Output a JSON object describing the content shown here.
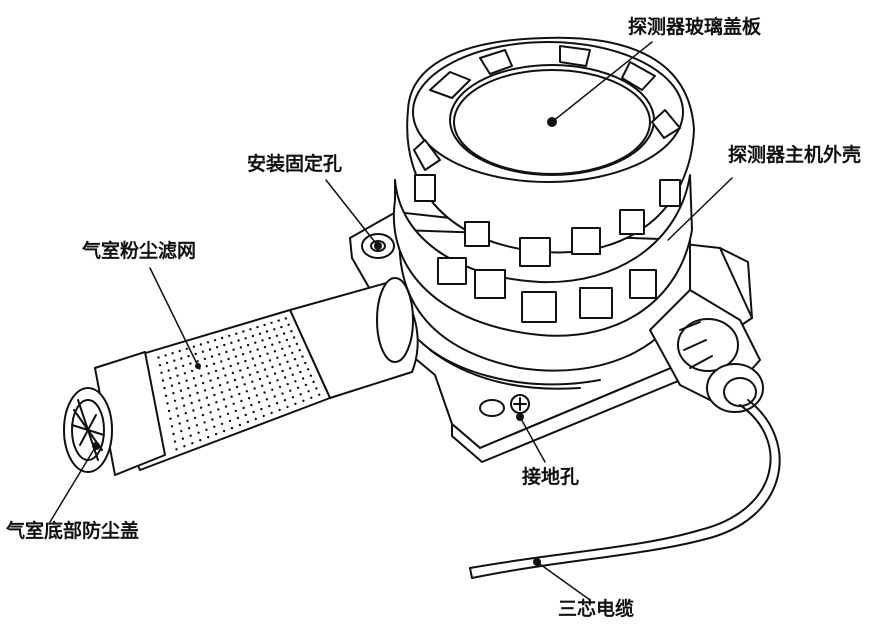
{
  "labels": {
    "glass_cover": "探测器玻璃盖板",
    "main_housing": "探测器主机外壳",
    "mounting_hole": "安装固定孔",
    "dust_filter": "气室粉尘滤网",
    "grounding_hole": "接地孔",
    "bottom_dust_cap": "气室底部防尘盖",
    "three_core_cable": "三芯电缆"
  },
  "colors": {
    "ink": "#111111",
    "background": "#ffffff"
  }
}
